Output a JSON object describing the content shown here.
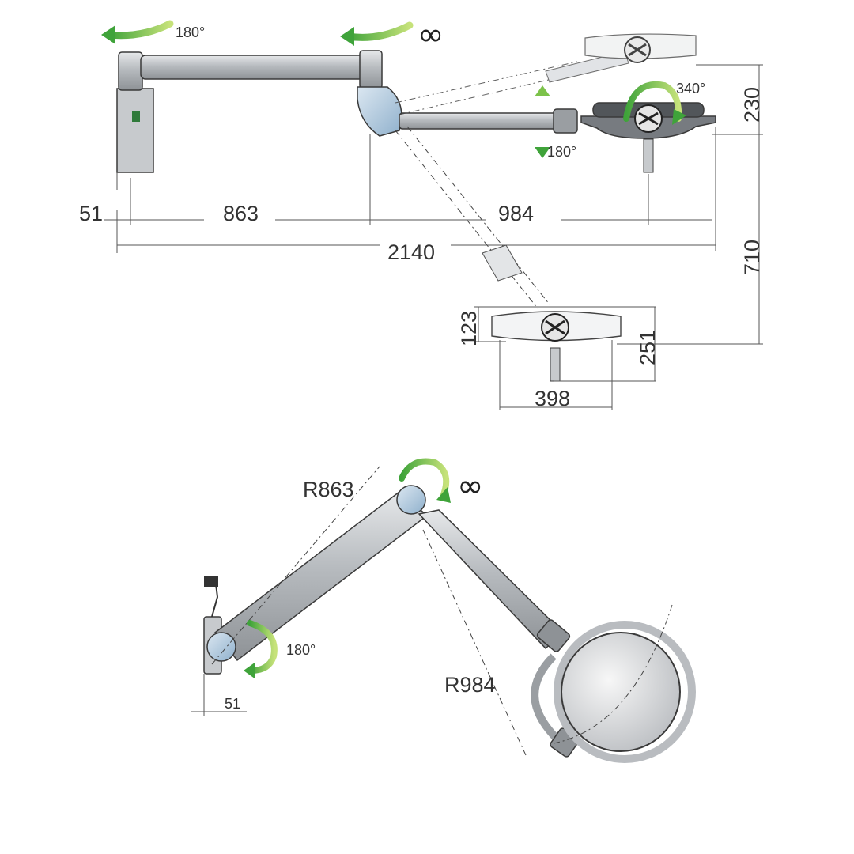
{
  "side_view": {
    "rotation_wall_label": "180°",
    "rotation_joint_label": "∞",
    "rotation_head_label": "340°",
    "tilt_label": "180°",
    "dim_wall_offset": "51",
    "dim_arm1": "863",
    "dim_arm2": "984",
    "dim_total": "2140",
    "dim_head_tilt": "230",
    "dim_vertical": "710",
    "dim_head_height": "123",
    "dim_head_depth": "251",
    "dim_head_width": "398"
  },
  "top_view": {
    "radius_arm1": "R863",
    "radius_arm2": "R984",
    "rotation_joint_label": "∞",
    "rotation_wall_label": "180°",
    "dim_wall_offset": "51"
  },
  "colors": {
    "arm_metal": "#b9bcc0",
    "joint_blue": "#a9c4dc",
    "arrow_green": "#7cc24a",
    "line_dark": "#3a3a3a"
  }
}
